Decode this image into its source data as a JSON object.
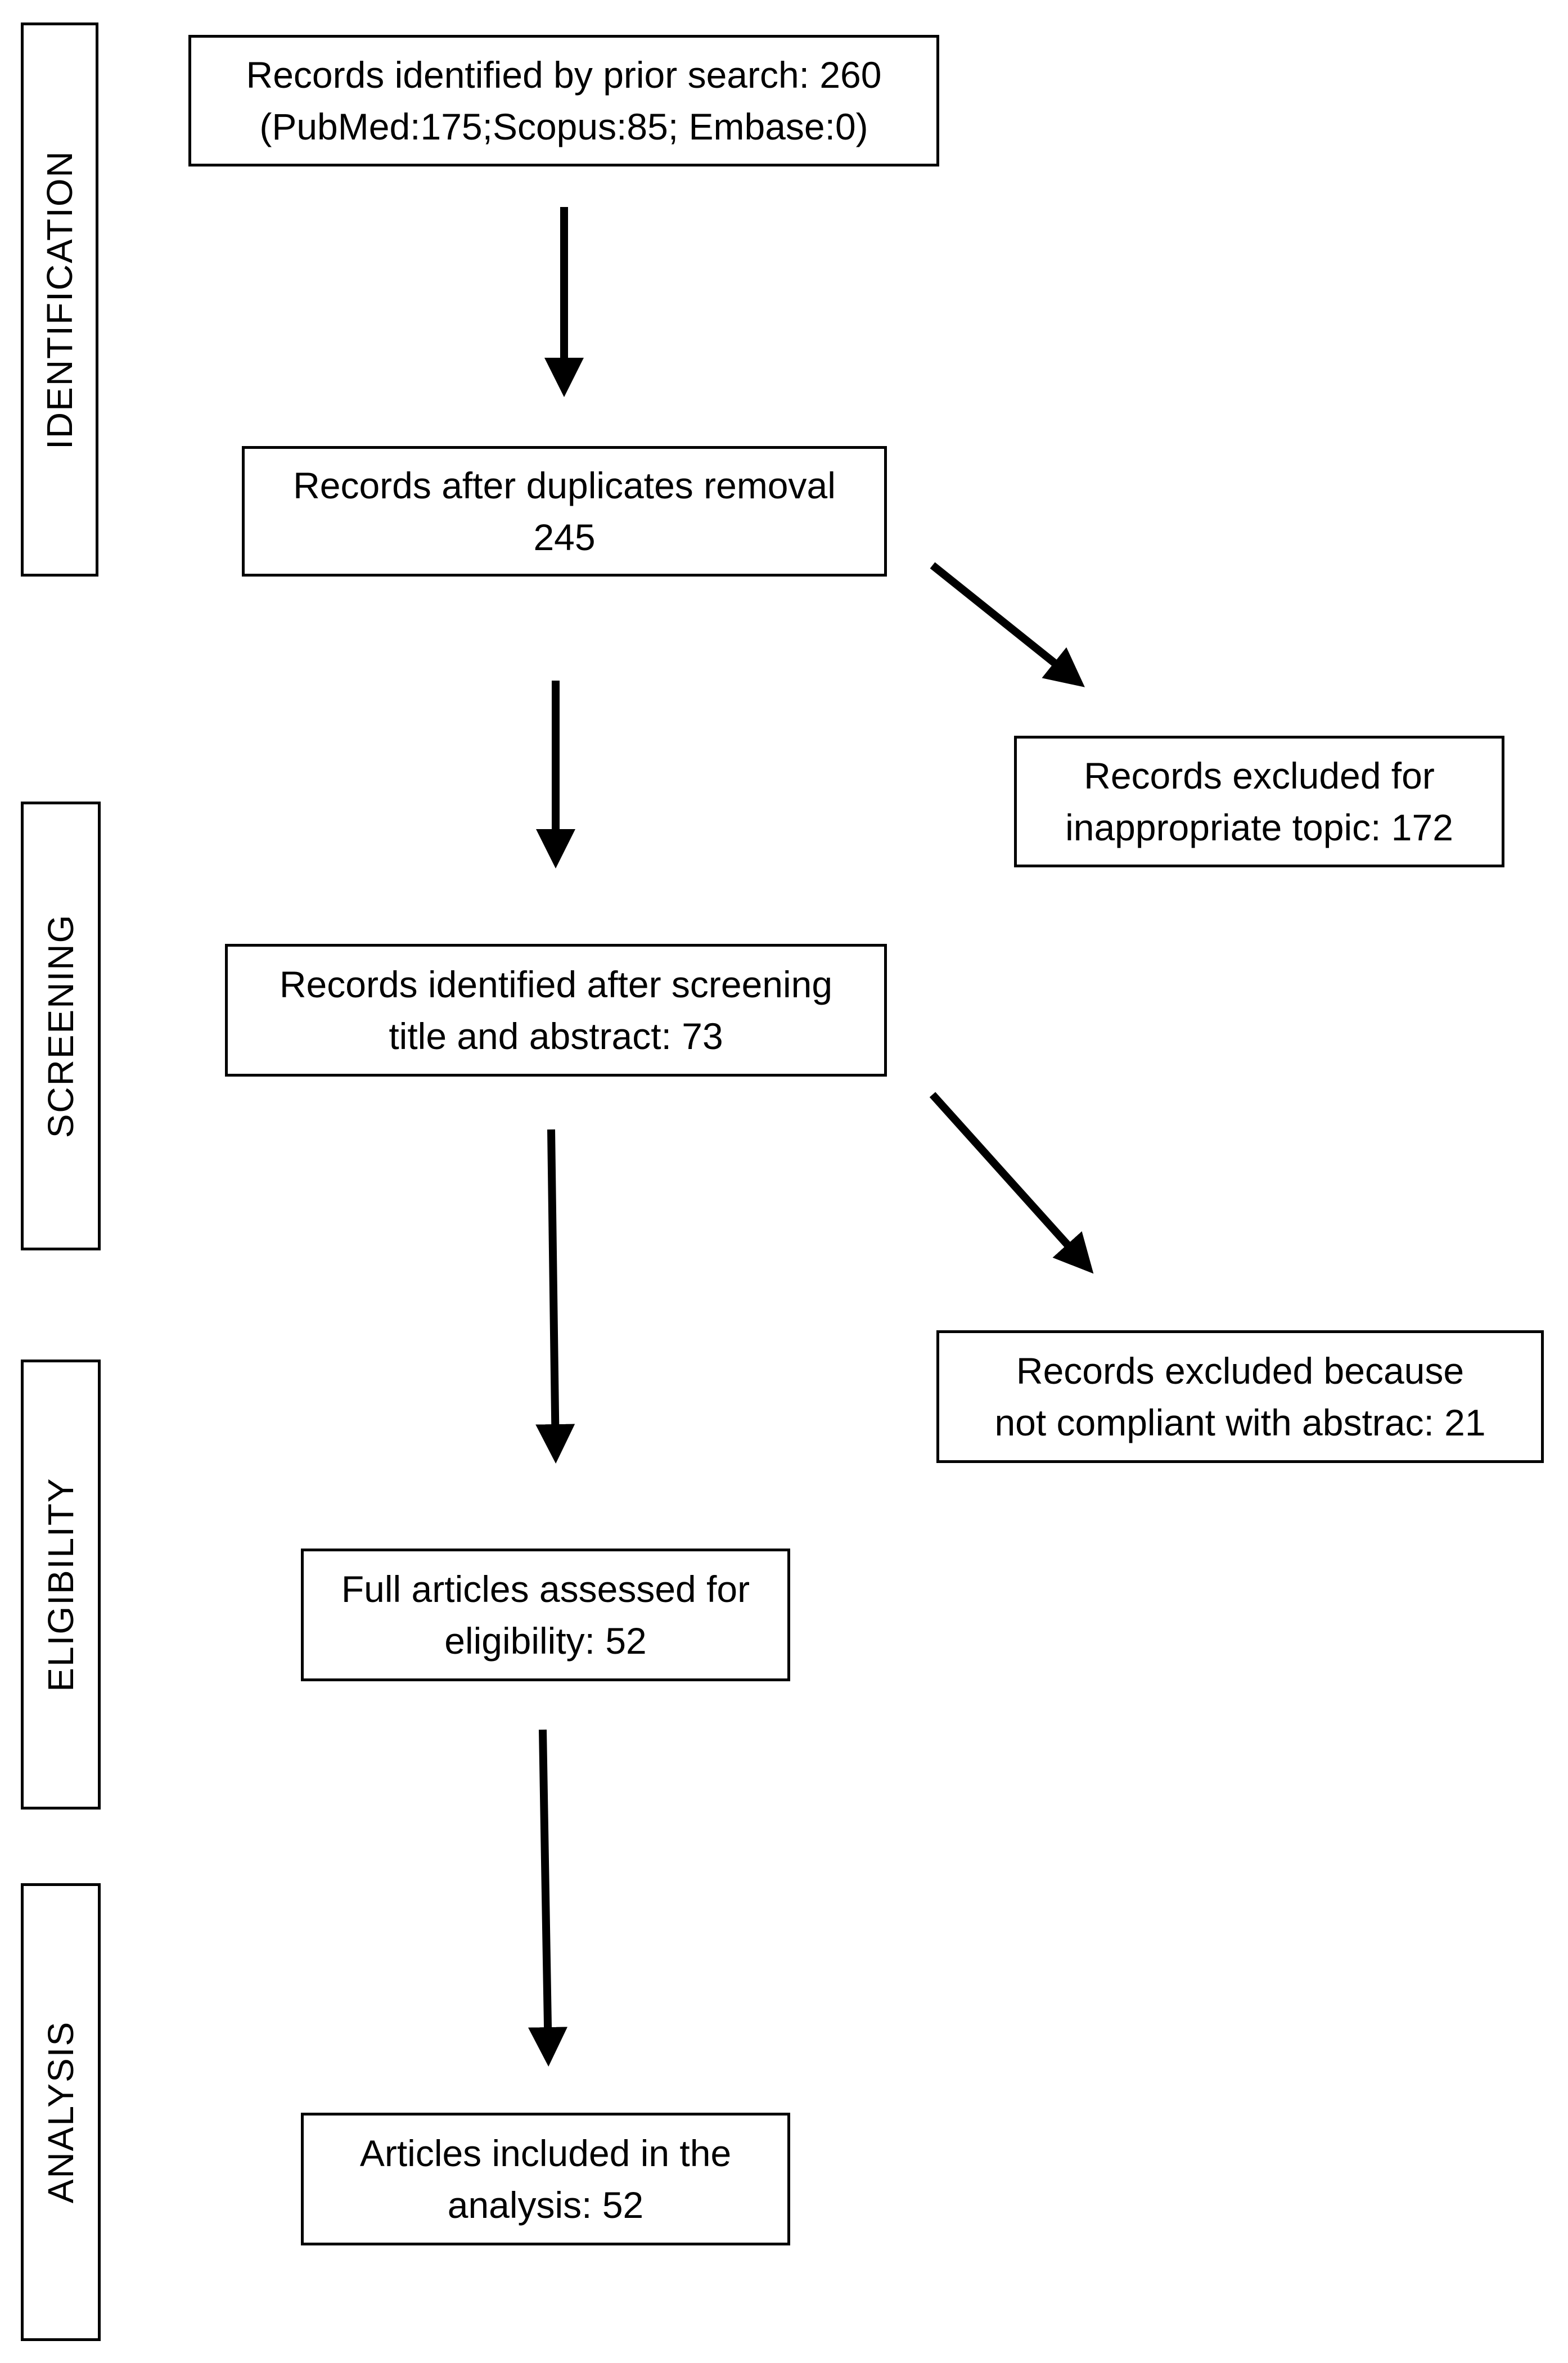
{
  "phases": {
    "identification": "IDENTIFICATION",
    "screening": "SCREENING",
    "eligibility": "ELIGIBILITY",
    "analysis": "ANALYSIS"
  },
  "boxes": {
    "prior_search": {
      "line1": "Records identified by prior search: 260",
      "line2": "(PubMed:175;Scopus:85; Embase:0)"
    },
    "duplicates_removed": {
      "line1": "Records after duplicates removal",
      "line2": "245"
    },
    "excluded_topic": {
      "line1": "Records excluded for",
      "line2": "inappropriate topic: 172"
    },
    "after_screening": {
      "line1": "Records identified after screening",
      "line2": "title and abstract: 73"
    },
    "excluded_abstract": {
      "line1": "Records excluded because",
      "line2": "not compliant with abstrac: 21"
    },
    "full_articles": {
      "line1": "Full articles assessed  for",
      "line2": "eligibility: 52"
    },
    "included": {
      "line1": "Articles included  in the",
      "line2": "analysis: 52"
    }
  },
  "colors": {
    "line": "#000000",
    "background": "#ffffff"
  }
}
